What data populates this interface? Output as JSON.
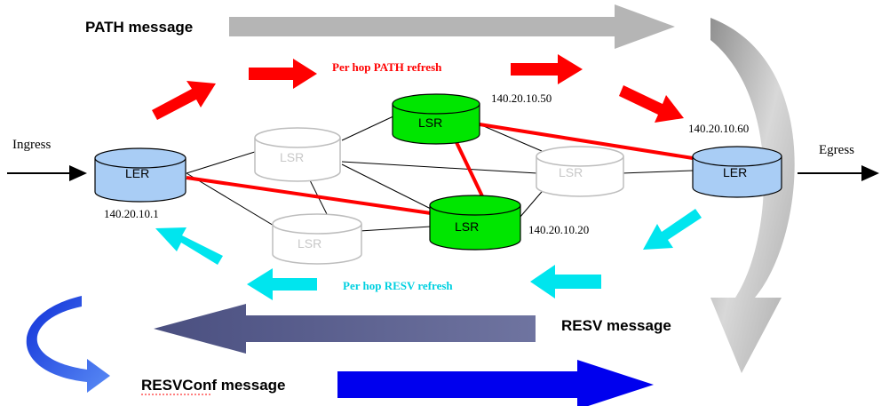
{
  "messages": {
    "path": "PATH message",
    "path_refresh": "Per hop PATH refresh",
    "resv": "RESV message",
    "resv_refresh": "Per hop RESV refresh",
    "resvconf": "RESVConf message"
  },
  "endpoints": {
    "ingress": "Ingress",
    "egress": "Egress"
  },
  "nodes": {
    "ler_left": {
      "label": "LER",
      "ip": "140.20.10.1"
    },
    "ler_right": {
      "label": "LER",
      "ip": "140.20.10.60"
    },
    "lsr_top_green": {
      "label": "LSR",
      "ip": "140.20.10.50"
    },
    "lsr_bottom_green": {
      "label": "LSR",
      "ip": "140.20.10.20"
    },
    "lsr_gray_upper_left": {
      "label": "LSR"
    },
    "lsr_gray_lower_left": {
      "label": "LSR"
    },
    "lsr_gray_right": {
      "label": "LSR"
    }
  },
  "colors": {
    "path_arrow": "#b5b5b5",
    "path_refresh": "#ff0000",
    "resv_arrow": "#5b5f8e",
    "resv_refresh": "#00e5ee",
    "resvconf_arrow": "#0000ee",
    "ler_fill": "#a9cdf5",
    "lsr_active_fill": "#00e600",
    "lsr_idle_fill": "#ffffff",
    "lsp_link": "#ff0000",
    "link": "#000000"
  }
}
